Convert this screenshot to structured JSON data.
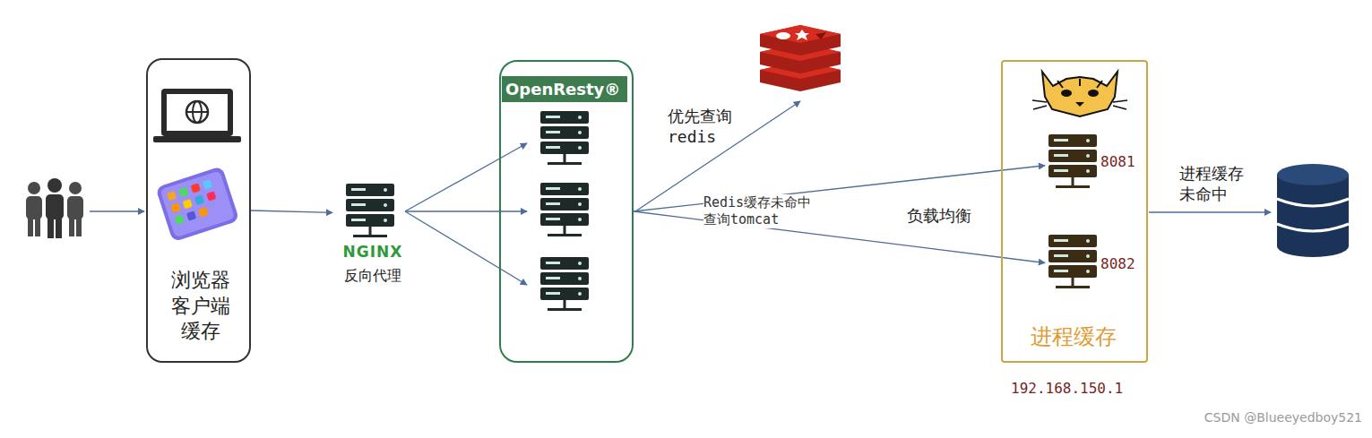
{
  "diagram": {
    "nodes": [
      {
        "text": [
          "浏览器 客户端 缓存"
        ]
      },
      {
        "text": [
          "NGINX",
          "反向代理"
        ]
      },
      {
        "text": [
          "OpenResty®"
        ]
      },
      {
        "text": [
          "进程缓存"
        ]
      },
      {
        "text": [
          "8081"
        ],
        "in": 3
      },
      {
        "text": [
          "8082"
        ],
        "in": 3
      }
    ],
    "edges": [
      {
        "from": 0,
        "to": 1,
        "arrow": "to"
      },
      {
        "from": 2,
        "to": 4,
        "arrow": "to",
        "label": "Redis缓存未命中 查询tomcat"
      },
      {
        "from": 2,
        "to": 5,
        "arrow": "to"
      }
    ],
    "labels": [
      "优先查询 redis",
      "负载均衡",
      "进程缓存 未命中",
      "192.168.150.1",
      "CSDN @Blueeyedboy521"
    ]
  }
}
